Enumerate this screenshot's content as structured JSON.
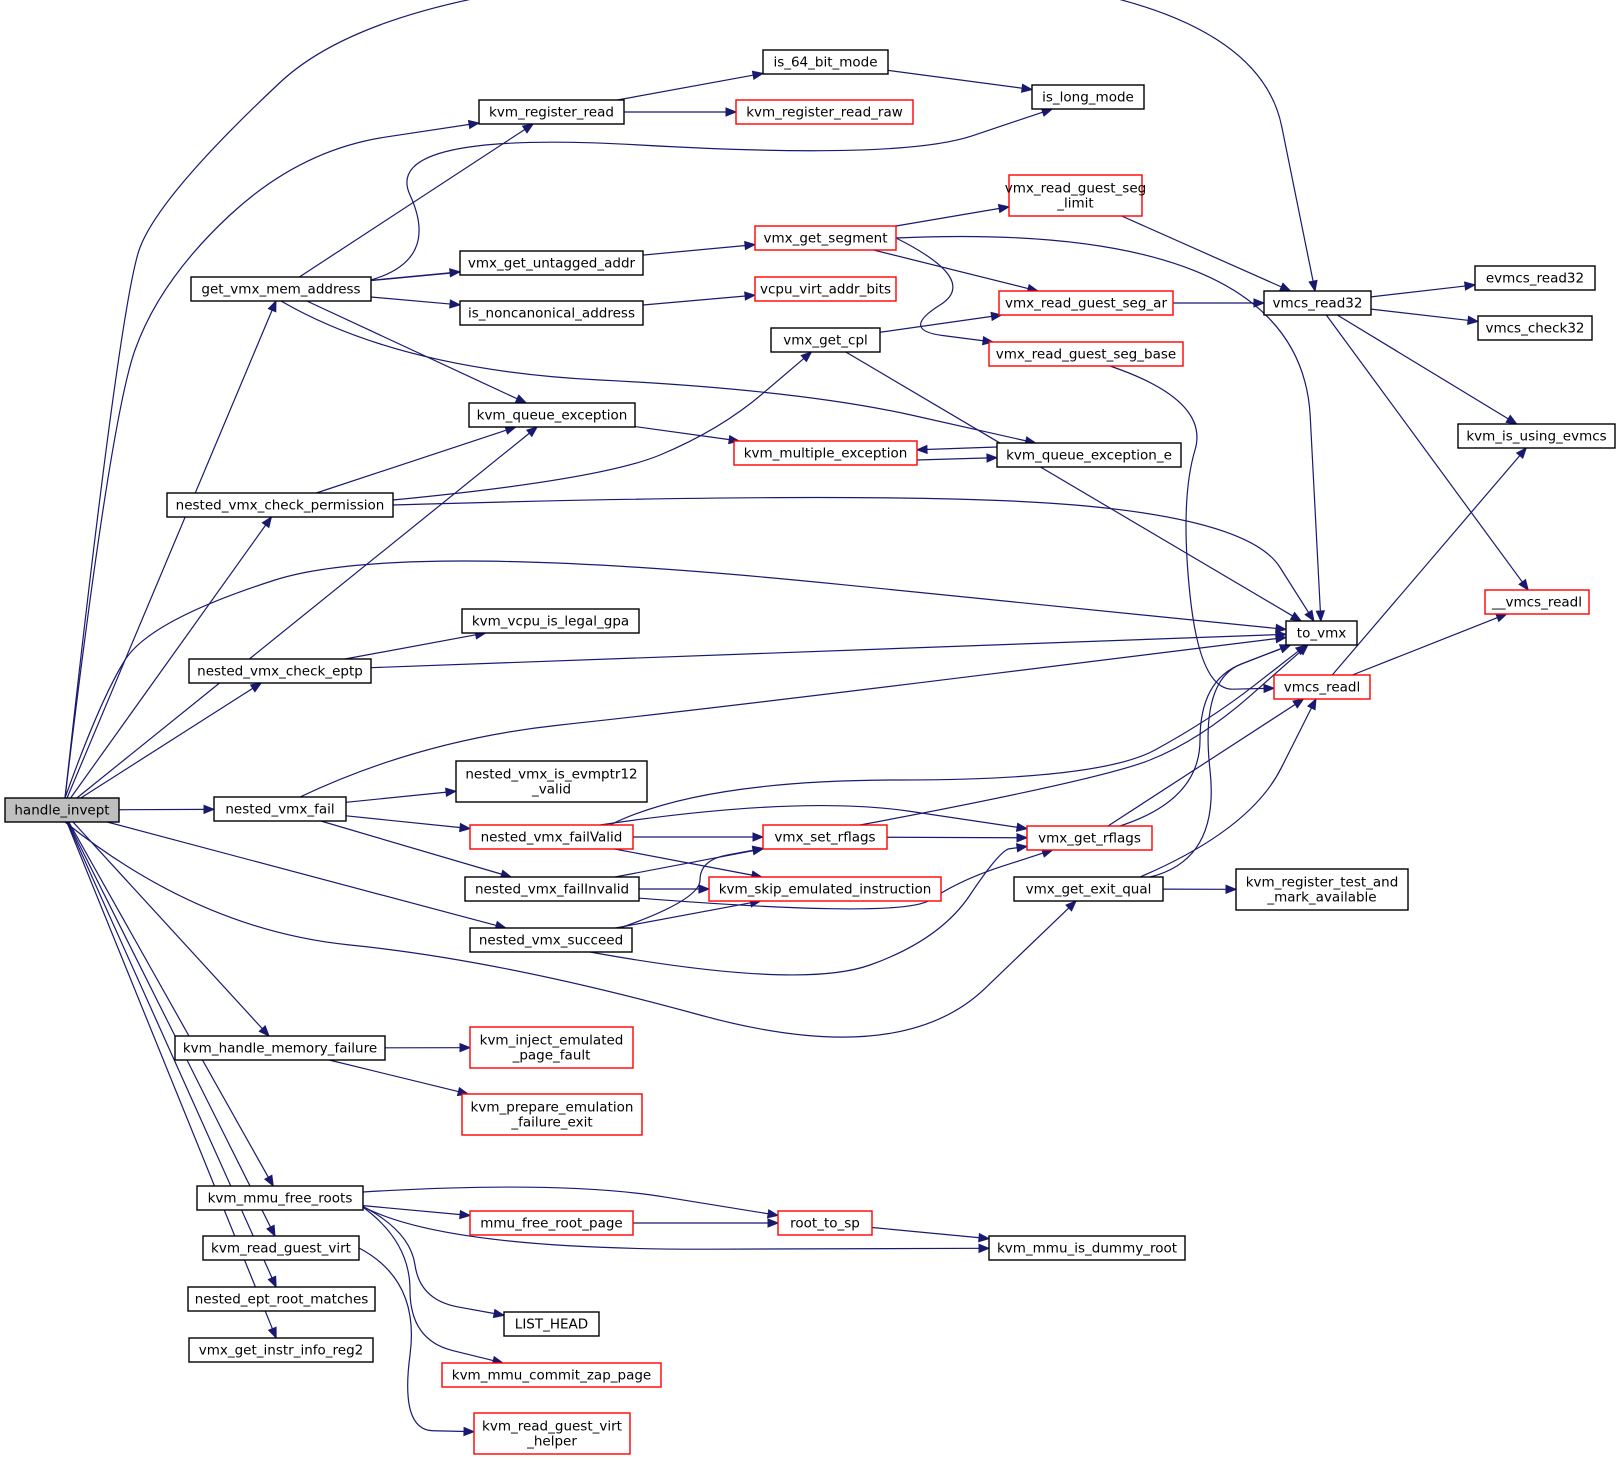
{
  "colors": {
    "edge": "#191970",
    "border_normal": "#000000",
    "border_truncated": "#ff0000",
    "root_fill": "#bfbfbf"
  },
  "nodes": [
    {
      "id": "handle_invept",
      "lines": [
        "handle_invept"
      ],
      "style": "root"
    },
    {
      "id": "get_vmx_mem_address",
      "lines": [
        "get_vmx_mem_address"
      ],
      "style": "black"
    },
    {
      "id": "kvm_queue_exception",
      "lines": [
        "kvm_queue_exception"
      ],
      "style": "black"
    },
    {
      "id": "nested_vmx_check_permission",
      "lines": [
        "nested_vmx_check_permission"
      ],
      "style": "black"
    },
    {
      "id": "nested_vmx_check_eptp",
      "lines": [
        "nested_vmx_check_eptp"
      ],
      "style": "black"
    },
    {
      "id": "nested_vmx_fail",
      "lines": [
        "nested_vmx_fail"
      ],
      "style": "black"
    },
    {
      "id": "nested_vmx_succeed",
      "lines": [
        "nested_vmx_succeed"
      ],
      "style": "black"
    },
    {
      "id": "kvm_handle_memory_failure",
      "lines": [
        "kvm_handle_memory_failure"
      ],
      "style": "black"
    },
    {
      "id": "kvm_mmu_free_roots",
      "lines": [
        "kvm_mmu_free_roots"
      ],
      "style": "black"
    },
    {
      "id": "kvm_read_guest_virt",
      "lines": [
        "kvm_read_guest_virt"
      ],
      "style": "black"
    },
    {
      "id": "nested_ept_root_matches",
      "lines": [
        "nested_ept_root_matches"
      ],
      "style": "black"
    },
    {
      "id": "vmx_get_instr_info_reg2",
      "lines": [
        "vmx_get_instr_info_reg2"
      ],
      "style": "black"
    },
    {
      "id": "kvm_register_read",
      "lines": [
        "kvm_register_read"
      ],
      "style": "black"
    },
    {
      "id": "is_64_bit_mode",
      "lines": [
        "is_64_bit_mode"
      ],
      "style": "black"
    },
    {
      "id": "kvm_register_read_raw",
      "lines": [
        "kvm_register_read_raw"
      ],
      "style": "red"
    },
    {
      "id": "is_long_mode",
      "lines": [
        "is_long_mode"
      ],
      "style": "black"
    },
    {
      "id": "vmx_get_segment",
      "lines": [
        "vmx_get_segment"
      ],
      "style": "red"
    },
    {
      "id": "vmx_read_guest_seg_limit",
      "lines": [
        "vmx_read_guest_seg",
        "_limit"
      ],
      "style": "red"
    },
    {
      "id": "vmx_get_untagged_addr",
      "lines": [
        "vmx_get_untagged_addr"
      ],
      "style": "black"
    },
    {
      "id": "is_noncanonical_address",
      "lines": [
        "is_noncanonical_address"
      ],
      "style": "black"
    },
    {
      "id": "vcpu_virt_addr_bits",
      "lines": [
        "vcpu_virt_addr_bits"
      ],
      "style": "red"
    },
    {
      "id": "vmx_get_cpl",
      "lines": [
        "vmx_get_cpl"
      ],
      "style": "black"
    },
    {
      "id": "vmx_read_guest_seg_ar",
      "lines": [
        "vmx_read_guest_seg_ar"
      ],
      "style": "red"
    },
    {
      "id": "vmx_read_guest_seg_base",
      "lines": [
        "vmx_read_guest_seg_base"
      ],
      "style": "red"
    },
    {
      "id": "vmcs_read32",
      "lines": [
        "vmcs_read32"
      ],
      "style": "black"
    },
    {
      "id": "evmcs_read32",
      "lines": [
        "evmcs_read32"
      ],
      "style": "black"
    },
    {
      "id": "vmcs_check32",
      "lines": [
        "vmcs_check32"
      ],
      "style": "black"
    },
    {
      "id": "kvm_is_using_evmcs",
      "lines": [
        "kvm_is_using_evmcs"
      ],
      "style": "black"
    },
    {
      "id": "kvm_multiple_exception",
      "lines": [
        "kvm_multiple_exception"
      ],
      "style": "red"
    },
    {
      "id": "kvm_queue_exception_e",
      "lines": [
        "kvm_queue_exception_e"
      ],
      "style": "black"
    },
    {
      "id": "__vmcs_readl",
      "lines": [
        "__vmcs_readl"
      ],
      "style": "red"
    },
    {
      "id": "kvm_vcpu_is_legal_gpa",
      "lines": [
        "kvm_vcpu_is_legal_gpa"
      ],
      "style": "black"
    },
    {
      "id": "to_vmx",
      "lines": [
        "to_vmx"
      ],
      "style": "black"
    },
    {
      "id": "vmcs_readl",
      "lines": [
        "vmcs_readl"
      ],
      "style": "red"
    },
    {
      "id": "nested_vmx_is_evmptr12_valid",
      "lines": [
        "nested_vmx_is_evmptr12",
        "_valid"
      ],
      "style": "black"
    },
    {
      "id": "nested_vmx_failValid",
      "lines": [
        "nested_vmx_failValid"
      ],
      "style": "red"
    },
    {
      "id": "vmx_set_rflags",
      "lines": [
        "vmx_set_rflags"
      ],
      "style": "red"
    },
    {
      "id": "vmx_get_rflags",
      "lines": [
        "vmx_get_rflags"
      ],
      "style": "red"
    },
    {
      "id": "nested_vmx_failInvalid",
      "lines": [
        "nested_vmx_failInvalid"
      ],
      "style": "black"
    },
    {
      "id": "kvm_skip_emulated_instruction",
      "lines": [
        "kvm_skip_emulated_instruction"
      ],
      "style": "red"
    },
    {
      "id": "vmx_get_exit_qual",
      "lines": [
        "vmx_get_exit_qual"
      ],
      "style": "black"
    },
    {
      "id": "kvm_register_test_and_mark_available",
      "lines": [
        "kvm_register_test_and",
        "_mark_available"
      ],
      "style": "black"
    },
    {
      "id": "kvm_inject_emulated_page_fault",
      "lines": [
        "kvm_inject_emulated",
        "_page_fault"
      ],
      "style": "red"
    },
    {
      "id": "kvm_prepare_emulation_failure_exit",
      "lines": [
        "kvm_prepare_emulation",
        "_failure_exit"
      ],
      "style": "red"
    },
    {
      "id": "mmu_free_root_page",
      "lines": [
        "mmu_free_root_page"
      ],
      "style": "red"
    },
    {
      "id": "root_to_sp",
      "lines": [
        "root_to_sp"
      ],
      "style": "red"
    },
    {
      "id": "kvm_mmu_is_dummy_root",
      "lines": [
        "kvm_mmu_is_dummy_root"
      ],
      "style": "black"
    },
    {
      "id": "LIST_HEAD",
      "lines": [
        "LIST_HEAD"
      ],
      "style": "black"
    },
    {
      "id": "kvm_mmu_commit_zap_page",
      "lines": [
        "kvm_mmu_commit_zap_page"
      ],
      "style": "red"
    },
    {
      "id": "kvm_read_guest_virt_helper",
      "lines": [
        "kvm_read_guest_virt",
        "_helper"
      ],
      "style": "red"
    }
  ],
  "edges": [
    [
      "handle_invept",
      "vmcs_read32"
    ],
    [
      "handle_invept",
      "kvm_register_read"
    ],
    [
      "handle_invept",
      "get_vmx_mem_address"
    ],
    [
      "handle_invept",
      "kvm_queue_exception"
    ],
    [
      "handle_invept",
      "nested_vmx_check_permission"
    ],
    [
      "handle_invept",
      "to_vmx"
    ],
    [
      "handle_invept",
      "nested_vmx_check_eptp"
    ],
    [
      "handle_invept",
      "nested_vmx_fail"
    ],
    [
      "handle_invept",
      "nested_vmx_succeed"
    ],
    [
      "handle_invept",
      "vmx_get_exit_qual"
    ],
    [
      "handle_invept",
      "kvm_handle_memory_failure"
    ],
    [
      "handle_invept",
      "kvm_mmu_free_roots"
    ],
    [
      "handle_invept",
      "kvm_read_guest_virt"
    ],
    [
      "handle_invept",
      "nested_ept_root_matches"
    ],
    [
      "handle_invept",
      "vmx_get_instr_info_reg2"
    ],
    [
      "get_vmx_mem_address",
      "kvm_register_read"
    ],
    [
      "get_vmx_mem_address",
      "is_long_mode"
    ],
    [
      "get_vmx_mem_address",
      "vmx_get_segment"
    ],
    [
      "get_vmx_mem_address",
      "vmx_get_untagged_addr"
    ],
    [
      "get_vmx_mem_address",
      "is_noncanonical_address"
    ],
    [
      "get_vmx_mem_address",
      "kvm_queue_exception"
    ],
    [
      "get_vmx_mem_address",
      "kvm_queue_exception_e"
    ],
    [
      "kvm_register_read",
      "is_64_bit_mode"
    ],
    [
      "kvm_register_read",
      "kvm_register_read_raw"
    ],
    [
      "is_64_bit_mode",
      "is_long_mode"
    ],
    [
      "vmx_get_segment",
      "vmx_read_guest_seg_limit"
    ],
    [
      "vmx_get_segment",
      "vmx_read_guest_seg_ar"
    ],
    [
      "vmx_get_segment",
      "vmx_read_guest_seg_base"
    ],
    [
      "vmx_get_segment",
      "to_vmx"
    ],
    [
      "is_noncanonical_address",
      "vcpu_virt_addr_bits"
    ],
    [
      "vmx_read_guest_seg_limit",
      "vmcs_read32"
    ],
    [
      "vmx_read_guest_seg_ar",
      "vmcs_read32"
    ],
    [
      "vmx_read_guest_seg_base",
      "vmcs_readl"
    ],
    [
      "vmx_get_cpl",
      "vmx_read_guest_seg_ar"
    ],
    [
      "vmx_get_cpl",
      "to_vmx"
    ],
    [
      "vmcs_read32",
      "evmcs_read32"
    ],
    [
      "vmcs_read32",
      "vmcs_check32"
    ],
    [
      "vmcs_read32",
      "kvm_is_using_evmcs"
    ],
    [
      "vmcs_read32",
      "__vmcs_readl"
    ],
    [
      "kvm_queue_exception",
      "kvm_multiple_exception"
    ],
    [
      "kvm_queue_exception_e",
      "kvm_multiple_exception"
    ],
    [
      "kvm_multiple_exception",
      "kvm_queue_exception_e"
    ],
    [
      "nested_vmx_check_permission",
      "kvm_queue_exception"
    ],
    [
      "nested_vmx_check_permission",
      "vmx_get_cpl"
    ],
    [
      "nested_vmx_check_permission",
      "to_vmx"
    ],
    [
      "nested_vmx_check_eptp",
      "kvm_vcpu_is_legal_gpa"
    ],
    [
      "nested_vmx_check_eptp",
      "to_vmx"
    ],
    [
      "nested_vmx_fail",
      "to_vmx"
    ],
    [
      "nested_vmx_fail",
      "nested_vmx_is_evmptr12_valid"
    ],
    [
      "nested_vmx_fail",
      "nested_vmx_failValid"
    ],
    [
      "nested_vmx_fail",
      "nested_vmx_failInvalid"
    ],
    [
      "nested_vmx_failValid",
      "to_vmx"
    ],
    [
      "nested_vmx_failValid",
      "vmx_get_rflags"
    ],
    [
      "nested_vmx_failValid",
      "vmx_set_rflags"
    ],
    [
      "nested_vmx_failValid",
      "kvm_skip_emulated_instruction"
    ],
    [
      "nested_vmx_failInvalid",
      "vmx_set_rflags"
    ],
    [
      "nested_vmx_failInvalid",
      "kvm_skip_emulated_instruction"
    ],
    [
      "nested_vmx_failInvalid",
      "vmx_get_rflags"
    ],
    [
      "nested_vmx_succeed",
      "vmx_set_rflags"
    ],
    [
      "nested_vmx_succeed",
      "kvm_skip_emulated_instruction"
    ],
    [
      "nested_vmx_succeed",
      "vmx_get_rflags"
    ],
    [
      "vmx_set_rflags",
      "vmx_get_rflags"
    ],
    [
      "vmx_set_rflags",
      "to_vmx"
    ],
    [
      "vmx_get_rflags",
      "to_vmx"
    ],
    [
      "vmx_get_rflags",
      "vmcs_readl"
    ],
    [
      "vmx_get_exit_qual",
      "to_vmx"
    ],
    [
      "vmx_get_exit_qual",
      "vmcs_readl"
    ],
    [
      "vmx_get_exit_qual",
      "kvm_register_test_and_mark_available"
    ],
    [
      "vmcs_readl",
      "kvm_is_using_evmcs"
    ],
    [
      "vmcs_readl",
      "__vmcs_readl"
    ],
    [
      "kvm_handle_memory_failure",
      "kvm_inject_emulated_page_fault"
    ],
    [
      "kvm_handle_memory_failure",
      "kvm_prepare_emulation_failure_exit"
    ],
    [
      "kvm_mmu_free_roots",
      "root_to_sp"
    ],
    [
      "kvm_mmu_free_roots",
      "mmu_free_root_page"
    ],
    [
      "kvm_mmu_free_roots",
      "kvm_mmu_is_dummy_root"
    ],
    [
      "kvm_mmu_free_roots",
      "LIST_HEAD"
    ],
    [
      "kvm_mmu_free_roots",
      "kvm_mmu_commit_zap_page"
    ],
    [
      "mmu_free_root_page",
      "root_to_sp"
    ],
    [
      "root_to_sp",
      "kvm_mmu_is_dummy_root"
    ],
    [
      "kvm_read_guest_virt",
      "kvm_read_guest_virt_helper"
    ]
  ]
}
